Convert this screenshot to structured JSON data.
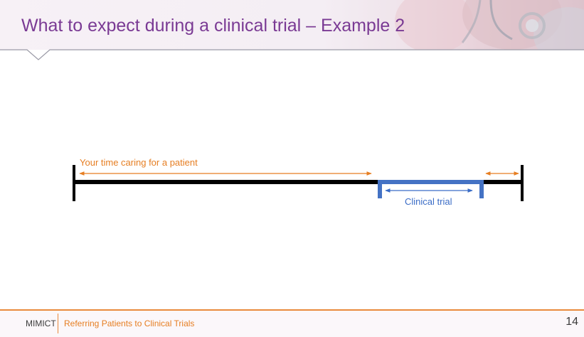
{
  "slide": {
    "title": "What to expect during a clinical trial – Example 2",
    "page_number": "14"
  },
  "diagram": {
    "patient_care_label": "Your time caring for a patient",
    "trial_label": "Clinical trial"
  },
  "footer": {
    "org": "MIMICT",
    "course": "Referring Patients to Clinical Trials"
  },
  "colors": {
    "accent_orange": "#e67e22",
    "title_purple": "#7a3a94",
    "trial_blue": "#4472c4",
    "timeline_black": "#000000"
  }
}
